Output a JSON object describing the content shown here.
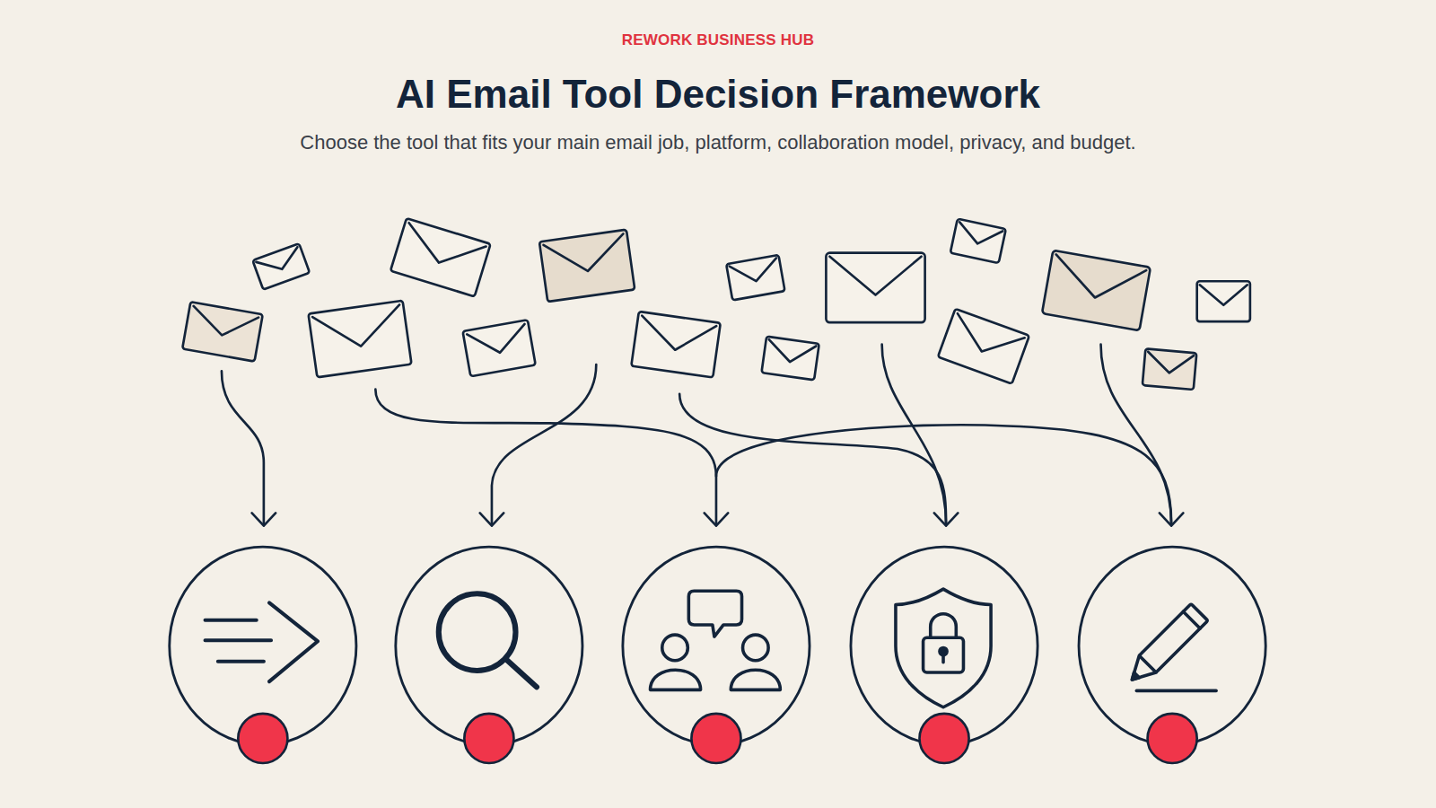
{
  "diagram": {
    "title": "AI Email Tool Decision Framework",
    "labels": [
      "REWORK BUSINESS HUB",
      "Choose the tool that fits your main email job, platform, collaboration model, privacy, and budget."
    ]
  }
}
